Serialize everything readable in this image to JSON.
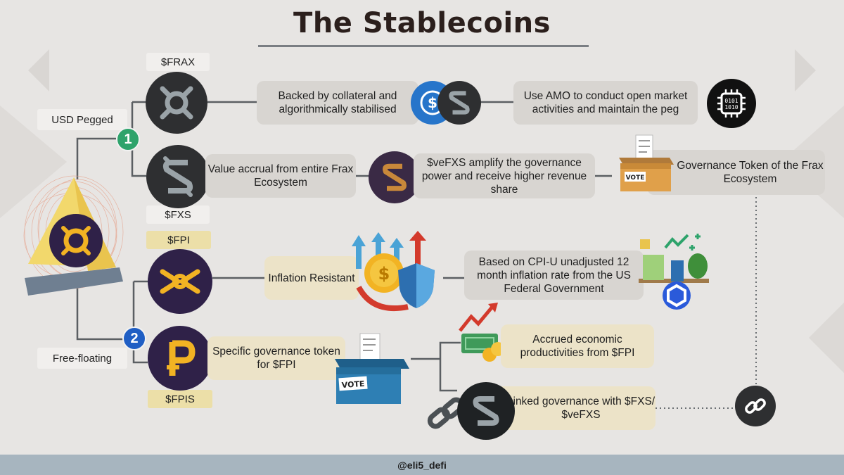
{
  "title": "The Stablecoins",
  "categories": {
    "usd_pegged": "USD Pegged",
    "free_floating": "Free-floating"
  },
  "badges": {
    "one": "1",
    "two": "2"
  },
  "tokens": {
    "frax": "$FRAX",
    "fxs": "$FXS",
    "fpi": "$FPI",
    "fpis": "$FPIS"
  },
  "boxes": {
    "frax_backed": "Backed by collateral and algorithmically stabilised",
    "frax_amo": "Use AMO to conduct open market activities and maintain the peg",
    "fxs_value": "Value accrual from entire Frax Ecosystem",
    "fxs_vefxs": "$veFXS amplify the governance power and receive higher revenue share",
    "fxs_governance": "Governance Token of the Frax Ecosystem",
    "fpi_inflation": "Inflation Resistant",
    "fpi_cpi": "Based on CPI-U unadjusted 12 month inflation rate from the US Federal Government",
    "fpis_governance": "Specific governance token for $FPI",
    "fpis_accrued": "Accrued economic productivities from $FPI",
    "fpis_linked": "Linked governance with $FXS/ $veFXS"
  },
  "vote_label": "VOTE",
  "amo_chip_text": "0101 1010",
  "footer": "@eli5_defi",
  "colors": {
    "badge_one": "#2ea36b",
    "badge_two": "#1f5ec4",
    "coin_dark": "#2e2f31",
    "coin_purple": "#2f2148",
    "frax_gray": "#9aa3a8",
    "fpi_gold": "#f2b323",
    "fxs_gold": "#c9883a",
    "footer_bg": "#a7b5bf"
  },
  "icons": [
    "frax-logo-icon",
    "fxs-logo-icon",
    "fpi-logo-icon",
    "fpis-logo-icon",
    "usdc-icon",
    "amo-chip-icon",
    "vote-box-icon",
    "dollar-coin-icon",
    "shield-icon",
    "arrow-up-icon",
    "chainlink-icon",
    "money-stack-icon",
    "chain-link-icon",
    "pyramid-logo-icon"
  ]
}
